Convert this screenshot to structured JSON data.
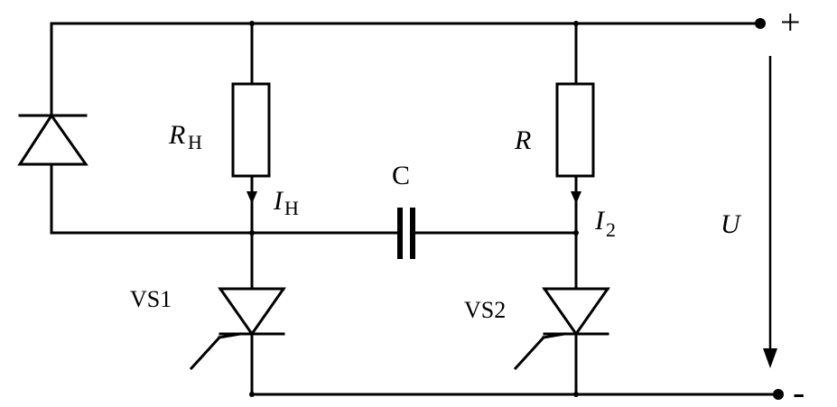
{
  "labels": {
    "rh_main": "R",
    "rh_sub": "H",
    "ih_main": "I",
    "ih_sub": "H",
    "r": "R",
    "i2_main": "I",
    "i2_sub": "2",
    "c": "C",
    "u": "U",
    "vs1": "VS1",
    "vs2": "VS2",
    "plus": "+",
    "minus": "-"
  }
}
